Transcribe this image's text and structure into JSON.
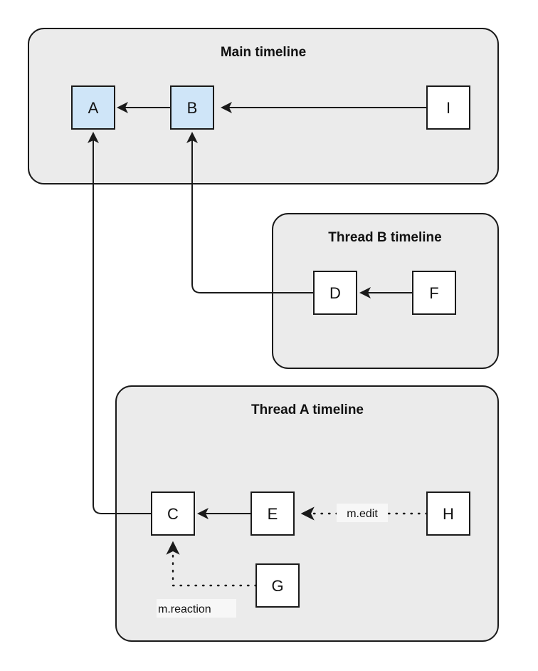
{
  "diagram": {
    "title_main": "Main timeline",
    "title_thread_b": "Thread B timeline",
    "title_thread_a": "Thread A timeline",
    "colors": {
      "group_fill": "#ebebeb",
      "group_stroke": "#1a1a1a",
      "node_fill_plain": "#ffffff",
      "node_fill_highlight": "#cfe5f8",
      "node_stroke": "#1a1a1a",
      "edge_stroke": "#1a1a1a",
      "label_bg": "#f7f7f7",
      "text": "#111111"
    },
    "groups": [
      {
        "id": "main",
        "label": "Main timeline"
      },
      {
        "id": "thread-b",
        "label": "Thread B timeline"
      },
      {
        "id": "thread-a",
        "label": "Thread A timeline"
      }
    ],
    "nodes": [
      {
        "id": "A",
        "label": "A",
        "group": "main",
        "highlight": true
      },
      {
        "id": "B",
        "label": "B",
        "group": "main",
        "highlight": true
      },
      {
        "id": "I",
        "label": "I",
        "group": "main",
        "highlight": false
      },
      {
        "id": "D",
        "label": "D",
        "group": "thread-b",
        "highlight": false
      },
      {
        "id": "F",
        "label": "F",
        "group": "thread-b",
        "highlight": false
      },
      {
        "id": "C",
        "label": "C",
        "group": "thread-a",
        "highlight": false
      },
      {
        "id": "E",
        "label": "E",
        "group": "thread-a",
        "highlight": false
      },
      {
        "id": "G",
        "label": "G",
        "group": "thread-a",
        "highlight": false
      },
      {
        "id": "H",
        "label": "H",
        "group": "thread-a",
        "highlight": false
      }
    ],
    "edges": [
      {
        "id": "b-a",
        "from": "B",
        "to": "A",
        "style": "solid",
        "label": ""
      },
      {
        "id": "i-b",
        "from": "I",
        "to": "B",
        "style": "solid",
        "label": ""
      },
      {
        "id": "f-d",
        "from": "F",
        "to": "D",
        "style": "solid",
        "label": ""
      },
      {
        "id": "d-b",
        "from": "D",
        "to": "B",
        "style": "solid",
        "label": ""
      },
      {
        "id": "e-c",
        "from": "E",
        "to": "C",
        "style": "solid",
        "label": ""
      },
      {
        "id": "c-a",
        "from": "C",
        "to": "A",
        "style": "solid",
        "label": ""
      },
      {
        "id": "h-e",
        "from": "H",
        "to": "E",
        "style": "dotted",
        "label": "m.edit"
      },
      {
        "id": "g-c",
        "from": "G",
        "to": "C",
        "style": "dotted",
        "label": "m.reaction"
      }
    ],
    "edge_labels": {
      "m_edit": "m.edit",
      "m_reaction": "m.reaction"
    }
  }
}
